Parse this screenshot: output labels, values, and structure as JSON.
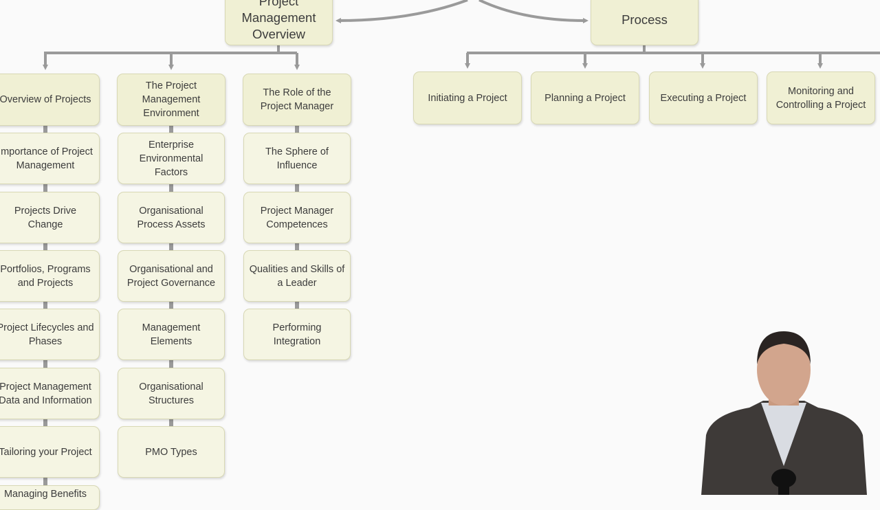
{
  "top_nodes": {
    "overview": "Project Management Overview",
    "process": "Process"
  },
  "process_steps": [
    "Initiating a Project",
    "Planning a Project",
    "Executing a Project",
    "Monitoring and Controlling a Project"
  ],
  "columns": {
    "overview_of_projects": {
      "header": "Overview of Projects",
      "items": [
        "Importance of Project Management",
        "Projects Drive Change",
        "Portfolios, Programs and Projects",
        "Project Lifecycles and Phases",
        "Project Management Data and Information",
        "Tailoring your Project",
        "Managing Benefits"
      ]
    },
    "environment": {
      "header": "The Project Management Environment",
      "items": [
        "Enterprise Environmental Factors",
        "Organisational Process Assets",
        "Organisational and Project Governance",
        "Management Elements",
        "Organisational Structures",
        "PMO Types"
      ]
    },
    "role": {
      "header": "The Role of the Project Manager",
      "items": [
        "The Sphere of Influence",
        "Project Manager Competences",
        "Qualities and Skills of a Leader",
        "Performing Integration"
      ]
    }
  },
  "colors": {
    "node_fill": "#f0f0d4",
    "node_border": "#d8d8b4",
    "connector": "#9a9a9a",
    "background": "#fafafa"
  }
}
